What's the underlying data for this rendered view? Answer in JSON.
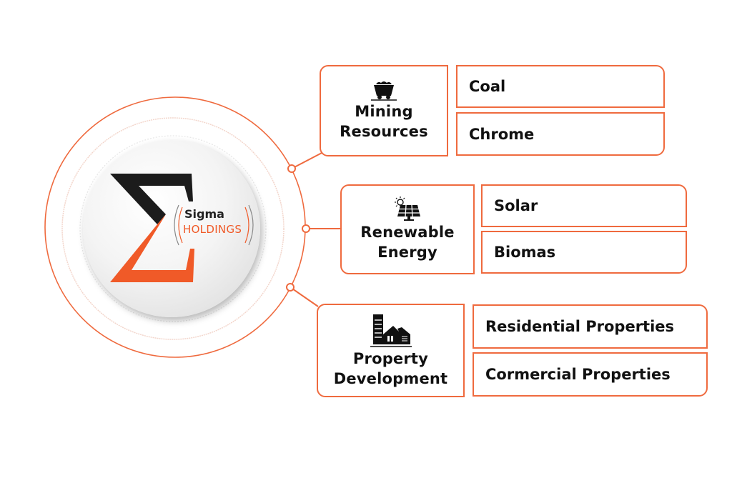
{
  "colors": {
    "accent": "#ef6a3e",
    "dark": "#1c1c1c",
    "sigma_orange": "#f05a28"
  },
  "logo": {
    "line1": "Sigma",
    "line2": "HOLDINGS",
    "symbol": "Σ"
  },
  "categories": [
    {
      "label_line1": "Mining",
      "label_line2": "Resources",
      "icon": "mining-cart-icon",
      "items": [
        "Coal",
        "Chrome"
      ]
    },
    {
      "label_line1": "Renewable",
      "label_line2": "Energy",
      "icon": "solar-panel-icon",
      "items": [
        "Solar",
        "Biomas"
      ]
    },
    {
      "label_line1": "Property",
      "label_line2": "Development",
      "icon": "buildings-icon",
      "items": [
        "Residential Properties",
        "Cormercial Properties"
      ]
    }
  ]
}
